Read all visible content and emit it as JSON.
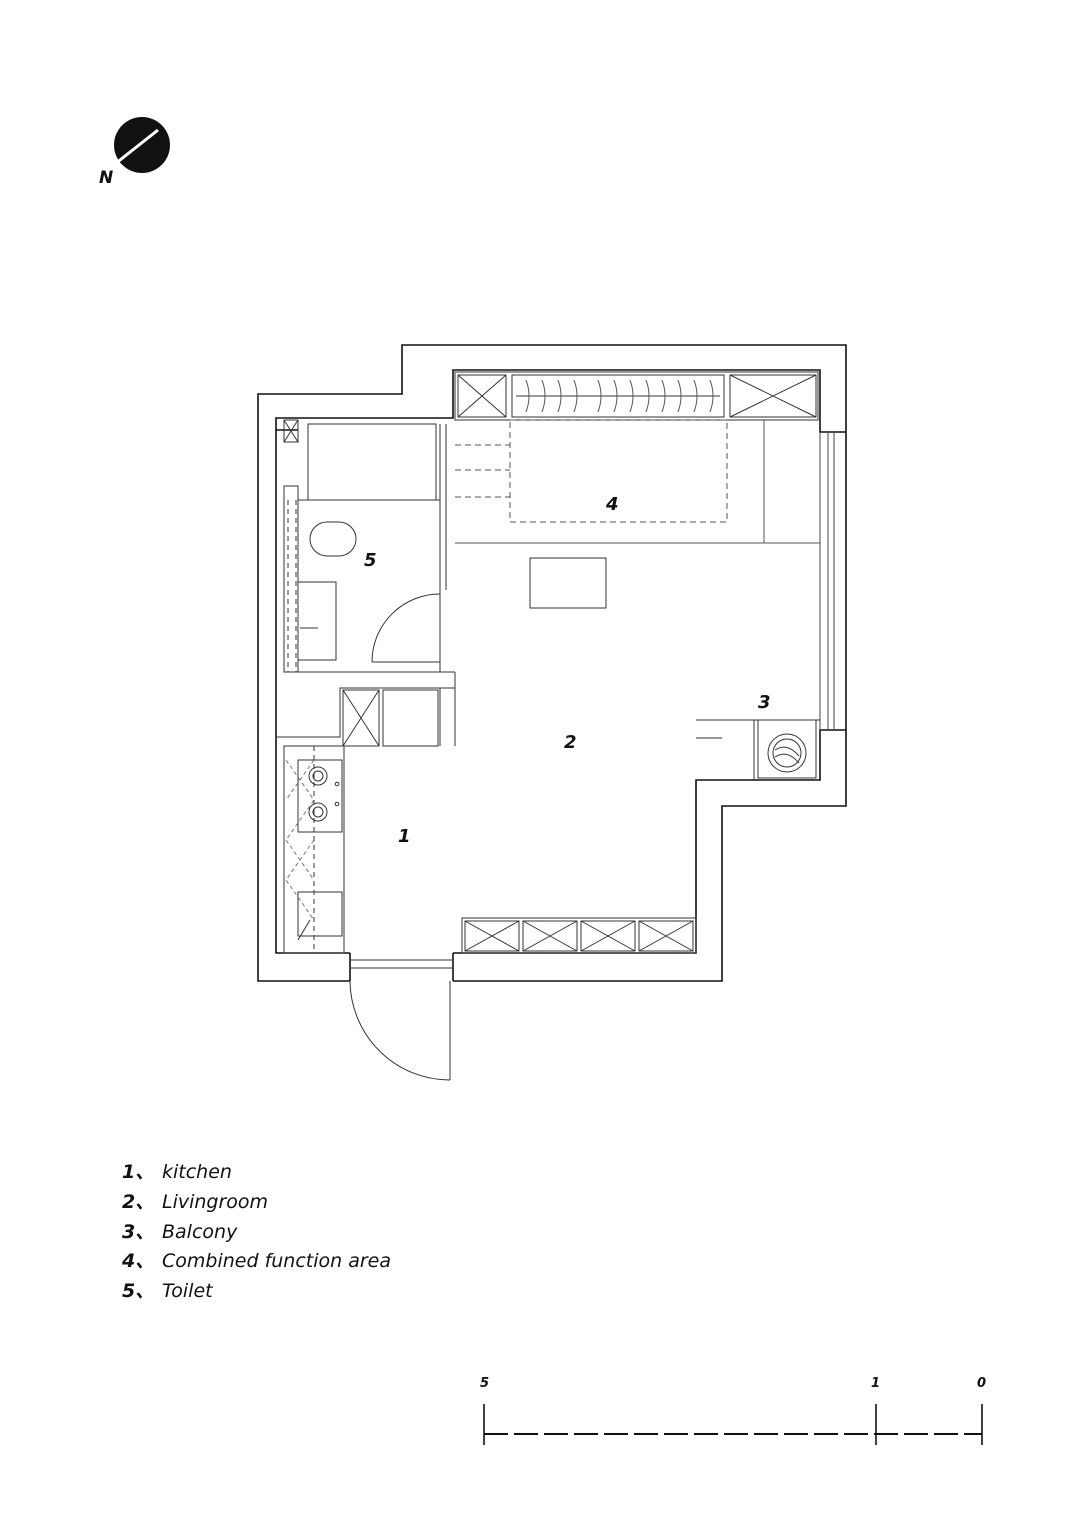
{
  "compass": {
    "label": "N",
    "icon": "north-arrow-icon"
  },
  "plan": {
    "rooms": [
      {
        "num": "1",
        "name": "kitchen"
      },
      {
        "num": "2",
        "name": "Livingroom"
      },
      {
        "num": "3",
        "name": "Balcony"
      },
      {
        "num": "4",
        "name": "Combined function area"
      },
      {
        "num": "5",
        "name": "Toilet"
      }
    ]
  },
  "legend": [
    {
      "num": "1、",
      "label": "kitchen"
    },
    {
      "num": "2、",
      "label": "Livingroom"
    },
    {
      "num": "3、",
      "label": "Balcony"
    },
    {
      "num": "4、",
      "label": "Combined function area"
    },
    {
      "num": "5、",
      "label": "Toilet"
    }
  ],
  "scale_bar": {
    "labels": [
      "5",
      "1",
      "0"
    ]
  },
  "colors": {
    "ink": "#111111",
    "paper": "#ffffff"
  }
}
